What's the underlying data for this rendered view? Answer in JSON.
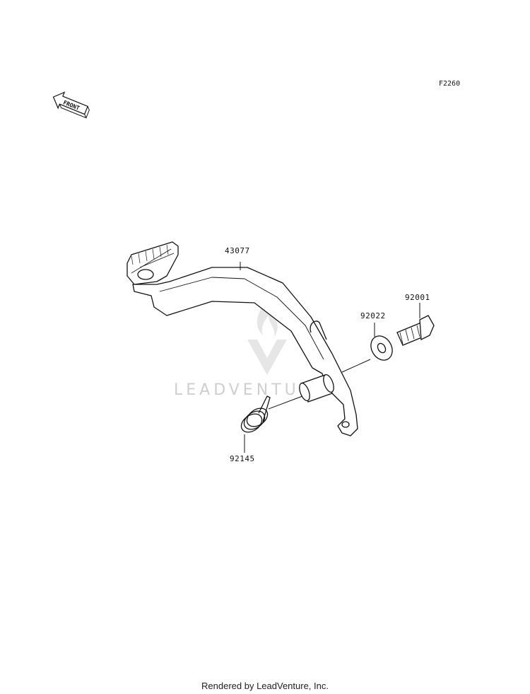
{
  "diagram": {
    "code": "F2260",
    "front_label": "FRONT",
    "watermark": "LEADVENTURE",
    "parts": [
      {
        "number": "43077"
      },
      {
        "number": "92001"
      },
      {
        "number": "92022"
      },
      {
        "number": "92145"
      }
    ]
  },
  "footer": {
    "text": "Rendered by LeadVenture, Inc."
  },
  "colors": {
    "line": "#111111",
    "watermark": "#d0d0d0",
    "background": "#ffffff"
  }
}
